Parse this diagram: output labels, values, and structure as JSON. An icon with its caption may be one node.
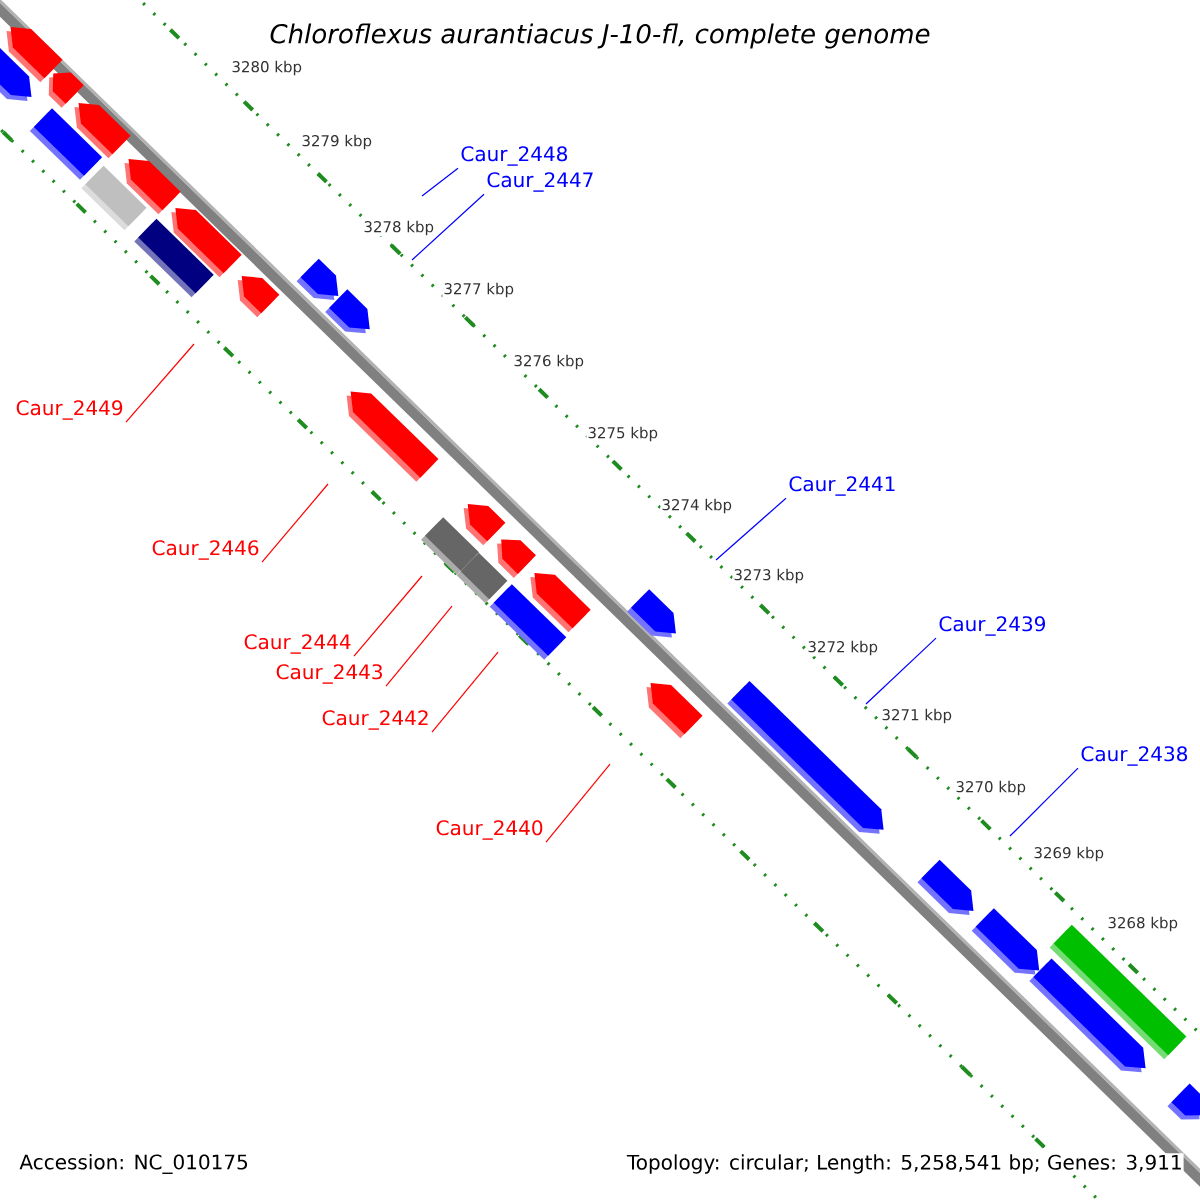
{
  "diagram": {
    "title": "Chloroflexus aurantiacus J-10-fl, complete genome",
    "nodes": [
      {
        "text": [
          "Caur_2448"
        ]
      },
      {
        "text": [
          "Caur_2447"
        ]
      },
      {
        "text": [
          "Caur_2441"
        ]
      },
      {
        "text": [
          "Caur_2439"
        ]
      },
      {
        "text": [
          "Caur_2438"
        ]
      },
      {
        "text": [
          "Caur_2449"
        ]
      },
      {
        "text": [
          "Caur_2446"
        ]
      },
      {
        "text": [
          "Caur_2444"
        ]
      },
      {
        "text": [
          "Caur_2443"
        ]
      },
      {
        "text": [
          "Caur_2442"
        ]
      },
      {
        "text": [
          "Caur_2440"
        ]
      }
    ],
    "edges": [
      {
        "from": 0,
        "to": null,
        "arrow": "none",
        "color": "#0000ff"
      },
      {
        "from": 1,
        "to": null,
        "arrow": "none",
        "color": "#0000ff"
      },
      {
        "from": 2,
        "to": null,
        "arrow": "none",
        "color": "#0000ff"
      },
      {
        "from": 3,
        "to": null,
        "arrow": "none",
        "color": "#0000ff"
      },
      {
        "from": 4,
        "to": null,
        "arrow": "none",
        "color": "#0000ff"
      },
      {
        "from": 5,
        "to": null,
        "arrow": "none"
      },
      {
        "from": 6,
        "to": null,
        "arrow": "none"
      },
      {
        "from": 7,
        "to": null,
        "arrow": "none"
      },
      {
        "from": 8,
        "to": null,
        "arrow": "none"
      },
      {
        "from": 9,
        "to": null,
        "arrow": "none"
      },
      {
        "from": 10,
        "to": null,
        "arrow": "none"
      }
    ],
    "labels": [
      "3280 kbp",
      "3279 kbp",
      "3278 kbp",
      "3277 kbp",
      "3276 kbp",
      "3275 kbp",
      "3274 kbp",
      "3273 kbp",
      "3272 kbp",
      "3271 kbp",
      "3270 kbp",
      "3269 kbp",
      "3268 kbp",
      "Accession: NC_010175",
      "Topology: circular; Length: 5,258,541 bp; Genes: 3,911"
    ]
  }
}
